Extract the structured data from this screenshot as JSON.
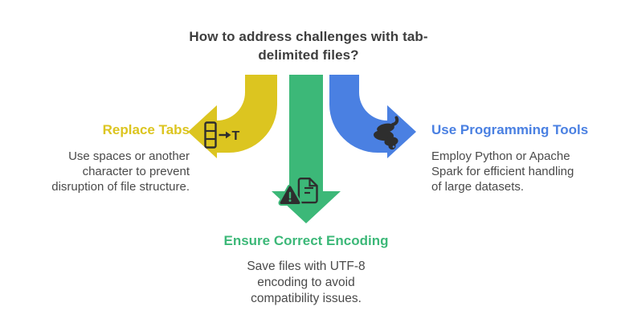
{
  "title": {
    "lines": [
      "How to address challenges with tab-",
      "delimited files?"
    ],
    "full_text": "How to address challenges with tab-delimited files?"
  },
  "colors": {
    "background": "#ffffff",
    "title_text": "#3e3e3e",
    "body_text": "#4a4a4a",
    "icon_dark": "#2e2e2e",
    "yellow": "#dcc520",
    "green": "#3cb878",
    "blue": "#4a80e2"
  },
  "branches": [
    {
      "id": "replace-tabs",
      "heading": "Replace Tabs",
      "description_lines": [
        "Use spaces or another",
        "character to prevent",
        "disruption of file structure."
      ],
      "color": "#dcc520",
      "icon": "tab-column-to-character-icon",
      "icon_letter": "T",
      "arrow_direction": "left"
    },
    {
      "id": "ensure-correct-encoding",
      "heading": "Ensure Correct Encoding",
      "description_lines": [
        "Save files with UTF-8",
        "encoding to avoid",
        "compatibility issues."
      ],
      "color": "#3cb878",
      "icon": "document-warning-icon",
      "arrow_direction": "down"
    },
    {
      "id": "use-programming-tools",
      "heading": "Use Programming Tools",
      "description_lines": [
        "Employ Python or Apache",
        "Spark for efficient handling",
        "of large datasets."
      ],
      "color": "#4a80e2",
      "icon": "python-snake-icon",
      "arrow_direction": "right"
    }
  ]
}
